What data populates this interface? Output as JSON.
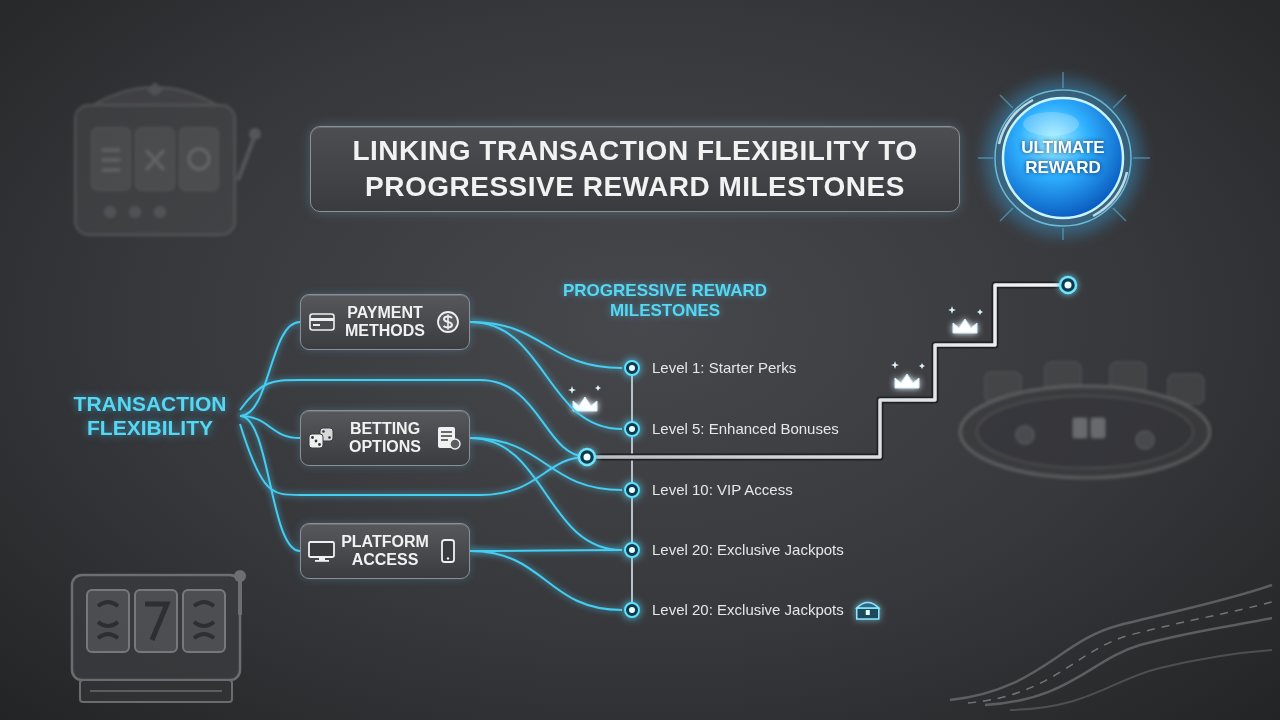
{
  "diagram": {
    "title": "LINKING TRANSACTION FLEXIBILITY TO PROGRESSIVE REWARD MILESTONES",
    "nodes": [
      {
        "text": [
          "TRANSACTION FLEXIBILITY"
        ]
      },
      {
        "text": [
          "PAYMENT METHODS"
        ]
      },
      {
        "text": [
          "BETTING OPTIONS"
        ]
      },
      {
        "text": [
          "PLATFORM ACCESS"
        ]
      },
      {
        "text": [
          "Level 1: Starter Perks"
        ]
      },
      {
        "text": [
          "Level 5: Enhanced Bonuses"
        ]
      },
      {
        "text": [
          "Level 10: VIP Access"
        ]
      },
      {
        "text": [
          "Level 20: Exclusive Jackpots"
        ]
      },
      {
        "text": [
          "Level 20: Exclusive Jackpots"
        ]
      },
      {
        "text": [
          "ULTIMATE REWARD"
        ]
      }
    ],
    "edges": [
      {
        "from": 0,
        "to": 1,
        "arrow": "none"
      },
      {
        "from": 0,
        "to": 2,
        "arrow": "none"
      },
      {
        "from": 0,
        "to": 3,
        "arrow": "none"
      },
      {
        "from": 1,
        "to": 4,
        "arrow": "none"
      },
      {
        "from": 1,
        "to": 5,
        "arrow": "none"
      },
      {
        "from": 2,
        "to": 6,
        "arrow": "none"
      },
      {
        "from": 2,
        "to": 7,
        "arrow": "none"
      },
      {
        "from": 3,
        "to": 7,
        "arrow": "none"
      },
      {
        "from": 3,
        "to": 8,
        "arrow": "none"
      }
    ],
    "labels": [
      "PROGRESSIVE REWARD MILESTONES"
    ]
  }
}
